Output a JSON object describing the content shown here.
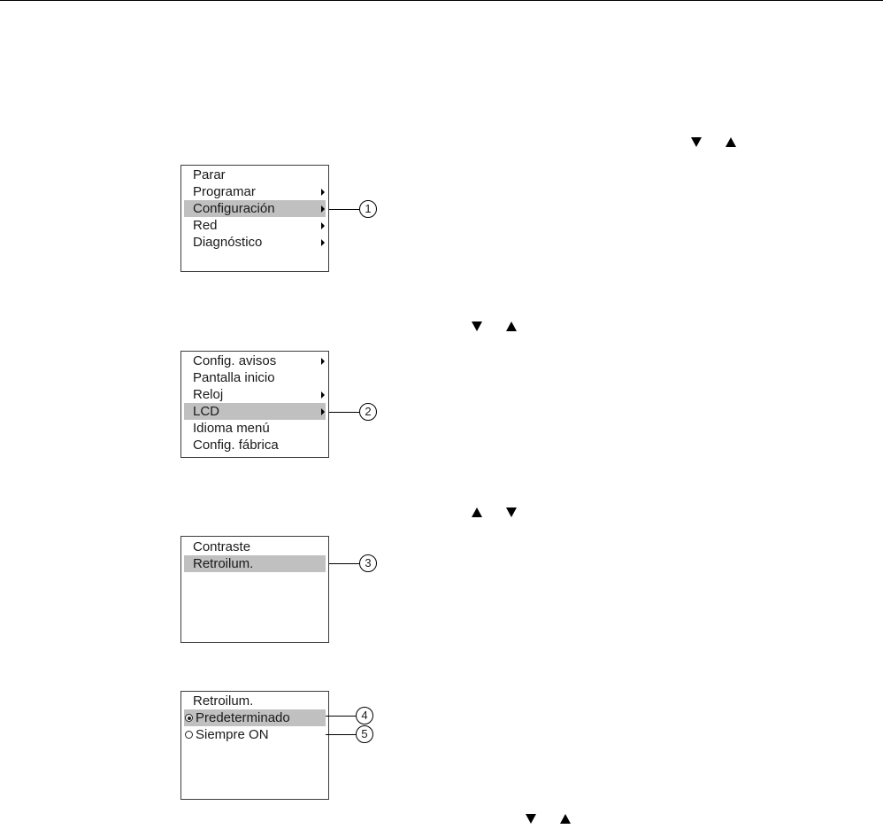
{
  "nav_hints": [
    {
      "first": "down",
      "second": "up"
    },
    {
      "first": "down",
      "second": "up"
    },
    {
      "first": "up",
      "second": "down"
    },
    {
      "first": "down",
      "second": "up"
    }
  ],
  "screens": [
    {
      "items": [
        {
          "label": "Parar",
          "submenu": false,
          "selected": false
        },
        {
          "label": "Programar",
          "submenu": true,
          "selected": false
        },
        {
          "label": "Configuración",
          "submenu": true,
          "selected": true
        },
        {
          "label": "Red",
          "submenu": true,
          "selected": false
        },
        {
          "label": "Diagnóstico",
          "submenu": true,
          "selected": false
        }
      ],
      "callouts": [
        "1"
      ]
    },
    {
      "items": [
        {
          "label": "Config. avisos",
          "submenu": true,
          "selected": false
        },
        {
          "label": "Pantalla inicio",
          "submenu": false,
          "selected": false
        },
        {
          "label": "Reloj",
          "submenu": true,
          "selected": false
        },
        {
          "label": "LCD",
          "submenu": true,
          "selected": true
        },
        {
          "label": "Idioma menú",
          "submenu": false,
          "selected": false
        },
        {
          "label": "Config. fábrica",
          "submenu": false,
          "selected": false
        }
      ],
      "callouts": [
        "2"
      ]
    },
    {
      "items": [
        {
          "label": "Contraste",
          "submenu": false,
          "selected": false
        },
        {
          "label": "Retroilum.",
          "submenu": false,
          "selected": true
        }
      ],
      "callouts": [
        "3"
      ]
    },
    {
      "title": "Retroilum.",
      "options": [
        {
          "label": "Predeterminado",
          "checked": true,
          "selected": true
        },
        {
          "label": "Siempre ON",
          "checked": false,
          "selected": false
        }
      ],
      "callouts": [
        "4",
        "5"
      ]
    }
  ]
}
